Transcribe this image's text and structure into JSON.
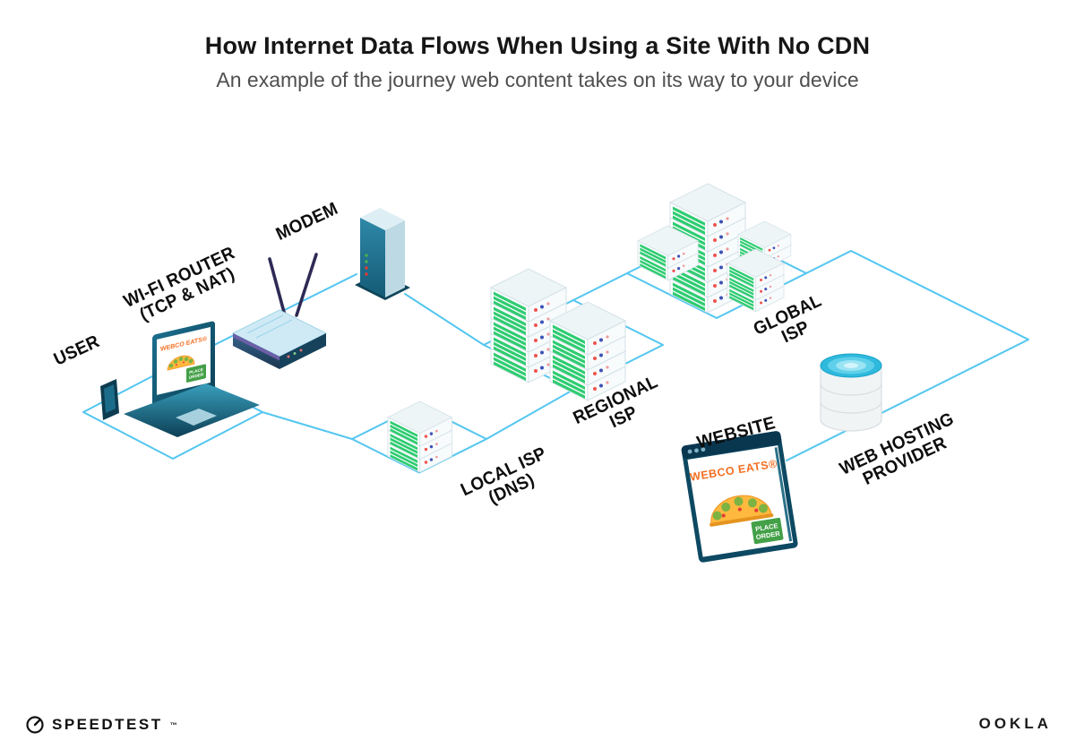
{
  "header": {
    "title": "How Internet Data Flows When Using a Site With No CDN",
    "subtitle": "An example of the journey web content takes on its way to your device"
  },
  "nodes": {
    "user": {
      "label": "USER"
    },
    "wifi_router": {
      "line1": "WI-FI ROUTER",
      "line2": "(TCP & NAT)"
    },
    "modem": {
      "label": "MODEM"
    },
    "local_isp": {
      "line1": "LOCAL ISP",
      "line2": "(DNS)"
    },
    "regional_isp": {
      "line1": "REGIONAL",
      "line2": "ISP"
    },
    "global_isp": {
      "line1": "GLOBAL",
      "line2": "ISP"
    },
    "website": {
      "label": "WEBSITE",
      "brand": "WEBCO EATS®",
      "button_line1": "PLACE",
      "button_line2": "ORDER"
    },
    "web_hosting": {
      "line1": "WEB HOSTING",
      "line2": "PROVIDER"
    },
    "laptop_screen": {
      "brand": "WEBCO EATS®",
      "button_line1": "PLACE",
      "button_line2": "ORDER"
    }
  },
  "footer": {
    "speedtest": "SPEEDTEST",
    "trademark": "™",
    "ookla": "OOKLA"
  },
  "colors": {
    "connection_line": "#53c6f0",
    "server_green": "#2ecc71",
    "brand_orange": "#f26f21",
    "teal_dark": "#0e4a63"
  }
}
